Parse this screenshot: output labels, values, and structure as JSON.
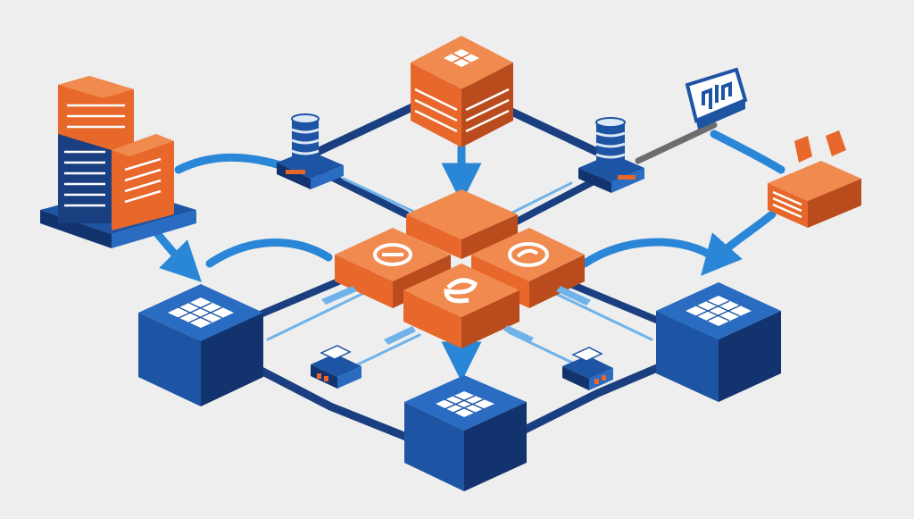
{
  "diagram": {
    "title": "",
    "labels": [],
    "colors": {
      "background": "#eeeeee",
      "orange": "#e8672b",
      "orange_dark": "#b94b1c",
      "orange_light": "#f08a4f",
      "blue": "#1d54a3",
      "blue_dark": "#12336e",
      "blue_light": "#2a6cc1",
      "flow": "#2a86d6",
      "flow_light": "#6fb3ea",
      "cable": "#6d6d6d",
      "white": "#ffffff"
    },
    "nodes": [
      {
        "name": "server-rack-left",
        "icon": "server-rack-icon"
      },
      {
        "name": "top-orange-server",
        "icon": "server-stack-icon"
      },
      {
        "name": "database-left",
        "icon": "database-icon"
      },
      {
        "name": "database-right",
        "icon": "database-icon"
      },
      {
        "name": "analytics-sign",
        "icon": "bar-chart-icon"
      },
      {
        "name": "orange-device-right",
        "icon": "router-icon"
      },
      {
        "name": "central-hub",
        "icon": "e-symbol-icon"
      },
      {
        "name": "blue-cube-left",
        "icon": "grid-panel-icon"
      },
      {
        "name": "blue-cube-right",
        "icon": "grid-panel-icon"
      },
      {
        "name": "blue-cube-bottom",
        "icon": "grid-panel-icon"
      },
      {
        "name": "small-node-left",
        "icon": "small-switch-icon"
      },
      {
        "name": "small-node-right",
        "icon": "small-switch-icon"
      }
    ]
  }
}
